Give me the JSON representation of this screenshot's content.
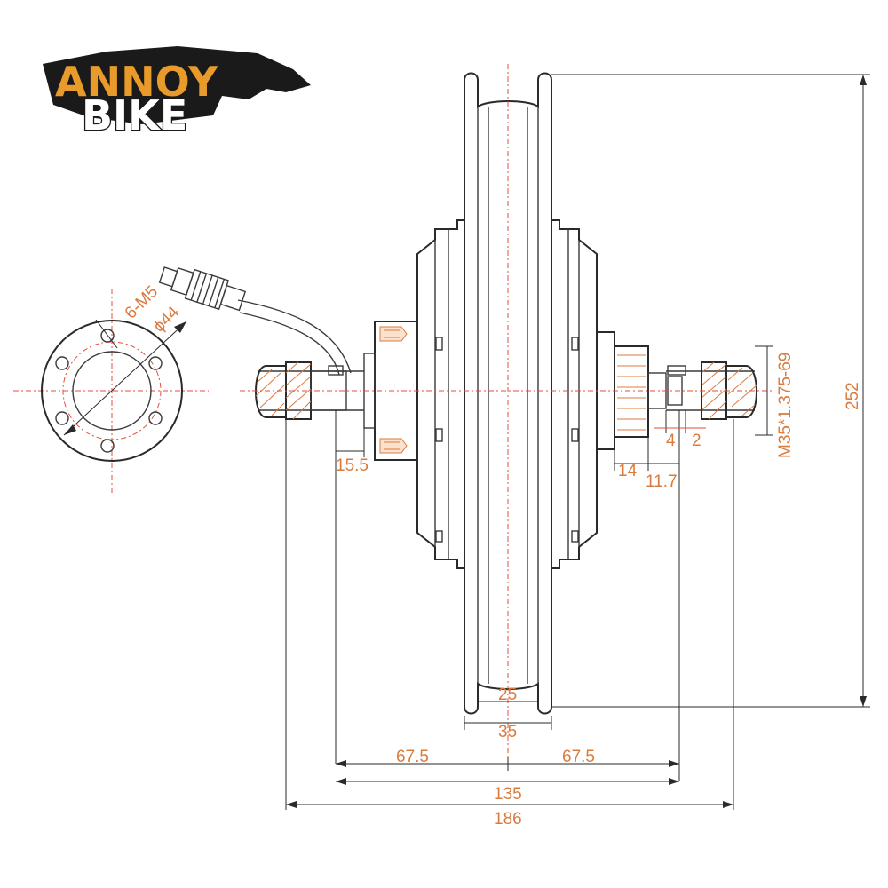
{
  "logo": {
    "line1": "ANNOY",
    "line2": "BIKE"
  },
  "flange": {
    "bolt_label": "6-M5",
    "pcd_label": "ϕ44"
  },
  "dimensions": {
    "flange_offset": "15.5",
    "thread_spec": "M35*1.375-69",
    "overall_height": "252",
    "freewheel_width": "14",
    "freewheel_offset": "11.7",
    "spacer_a": "4",
    "spacer_b": "2",
    "rim_inner": "25",
    "rim_outer": "35",
    "half_left": "67.5",
    "half_right": "67.5",
    "dropout_width": "135",
    "axle_length": "186"
  },
  "colors": {
    "dimension": "#d97b3f",
    "centerline": "#e0503a",
    "outline": "#3a3a3a"
  }
}
